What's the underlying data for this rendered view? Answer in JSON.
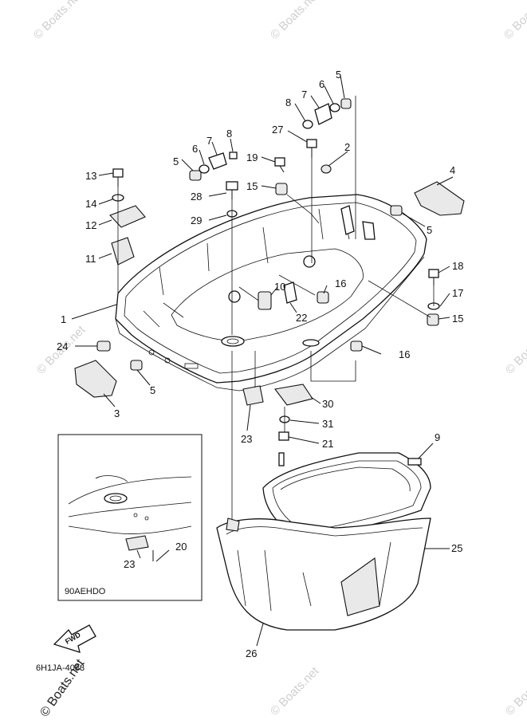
{
  "diagram": {
    "watermark": "© Boats.net",
    "footer_watermark": "© Boats.net",
    "inset_code": "90AEHDO",
    "diagram_code": "6H1JA-4083",
    "fwd_label": "FWD",
    "callouts": [
      {
        "id": "c1",
        "label": "1"
      },
      {
        "id": "c2",
        "label": "2"
      },
      {
        "id": "c3",
        "label": "3"
      },
      {
        "id": "c4",
        "label": "4"
      },
      {
        "id": "c5a",
        "label": "5"
      },
      {
        "id": "c5b",
        "label": "5"
      },
      {
        "id": "c5c",
        "label": "5"
      },
      {
        "id": "c5d",
        "label": "5"
      },
      {
        "id": "c6a",
        "label": "6"
      },
      {
        "id": "c6b",
        "label": "6"
      },
      {
        "id": "c7a",
        "label": "7"
      },
      {
        "id": "c7b",
        "label": "7"
      },
      {
        "id": "c8a",
        "label": "8"
      },
      {
        "id": "c8b",
        "label": "8"
      },
      {
        "id": "c9",
        "label": "9"
      },
      {
        "id": "c10",
        "label": "10"
      },
      {
        "id": "c11",
        "label": "11"
      },
      {
        "id": "c12",
        "label": "12"
      },
      {
        "id": "c13",
        "label": "13"
      },
      {
        "id": "c14",
        "label": "14"
      },
      {
        "id": "c15a",
        "label": "15"
      },
      {
        "id": "c15b",
        "label": "15"
      },
      {
        "id": "c16a",
        "label": "16"
      },
      {
        "id": "c16b",
        "label": "16"
      },
      {
        "id": "c17",
        "label": "17"
      },
      {
        "id": "c18",
        "label": "18"
      },
      {
        "id": "c19",
        "label": "19"
      },
      {
        "id": "c20",
        "label": "20"
      },
      {
        "id": "c21",
        "label": "21"
      },
      {
        "id": "c22",
        "label": "22"
      },
      {
        "id": "c23a",
        "label": "23"
      },
      {
        "id": "c23b",
        "label": "23"
      },
      {
        "id": "c24",
        "label": "24"
      },
      {
        "id": "c25",
        "label": "25"
      },
      {
        "id": "c26",
        "label": "26"
      },
      {
        "id": "c27",
        "label": "27"
      },
      {
        "id": "c28",
        "label": "28"
      },
      {
        "id": "c29",
        "label": "29"
      },
      {
        "id": "c30",
        "label": "30"
      },
      {
        "id": "c31",
        "label": "31"
      }
    ]
  }
}
